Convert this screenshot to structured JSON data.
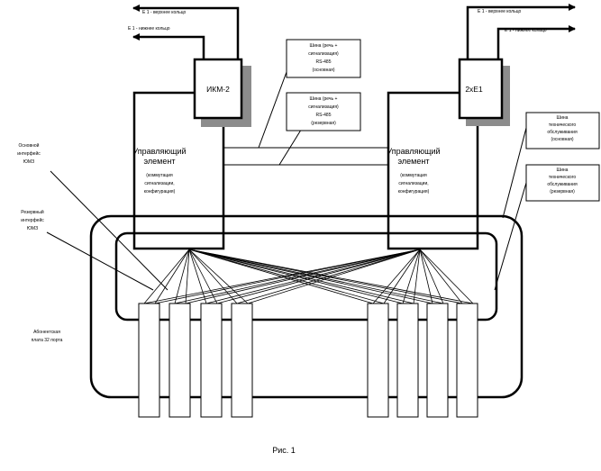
{
  "arrows": {
    "left_top": "Е 1 - верхнее кольцо",
    "left_bottom": "Е 1 - нижнее кольцо",
    "right_top": "Е 1 - верхнее кольцо",
    "right_bottom": "Е 1 - нижнее кольцо"
  },
  "modules": {
    "left": "ИКМ-2",
    "right": "2хЕ1"
  },
  "bus_boxes": {
    "main": [
      "Шина (речь +",
      "сигнализация)",
      "RS-485",
      "(основная)"
    ],
    "reserve": [
      "Шина (речь +",
      "сигнализация)",
      "RS-485",
      "(резервная)"
    ]
  },
  "controllers": {
    "left": {
      "title": [
        "Управляющий",
        "элемент"
      ],
      "subtitle": [
        "(коммутация",
        "сигнализации,",
        "конфигурация)"
      ]
    },
    "right": {
      "title": [
        "Управляющий",
        "элемент"
      ],
      "subtitle": [
        "(коммутация",
        "сигнализации,",
        "конфигурация)"
      ]
    }
  },
  "tech_bus": {
    "main": [
      "Шина",
      "технического",
      "обслуживания",
      "(основная)"
    ],
    "reserve": [
      "Шина",
      "технического",
      "обслуживания",
      "(резервная)"
    ]
  },
  "side_labels": {
    "main_interface": [
      "Основной",
      "интерфейс",
      "ЮМЗ"
    ],
    "reserve_interface": [
      "Резервный",
      "интерфейс",
      "ЮМЗ"
    ],
    "subscriber_board": [
      "Абонентская",
      "плата 32 порта"
    ]
  },
  "caption": "Рис. 1"
}
